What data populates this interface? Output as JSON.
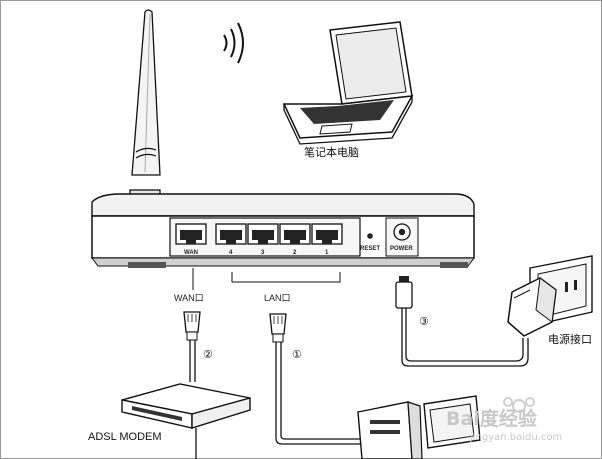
{
  "labels": {
    "laptop": "笔记本电脑",
    "wan_port": "WAN口",
    "lan_port": "LAN口",
    "modem": "ADSL MODEM",
    "power_socket": "电源接口",
    "step1": "①",
    "step2": "②",
    "step3": "③"
  },
  "router_ports": {
    "wan": "WAN",
    "lan": [
      "4",
      "3",
      "2",
      "1"
    ],
    "reset": "RESET",
    "power": "POWER"
  },
  "watermark": {
    "brand": "Bai度经验",
    "url": "jingyan.baidu.com"
  },
  "colors": {
    "line": "#111111",
    "fill": "#ffffff",
    "shade": "#d9d9d9"
  }
}
